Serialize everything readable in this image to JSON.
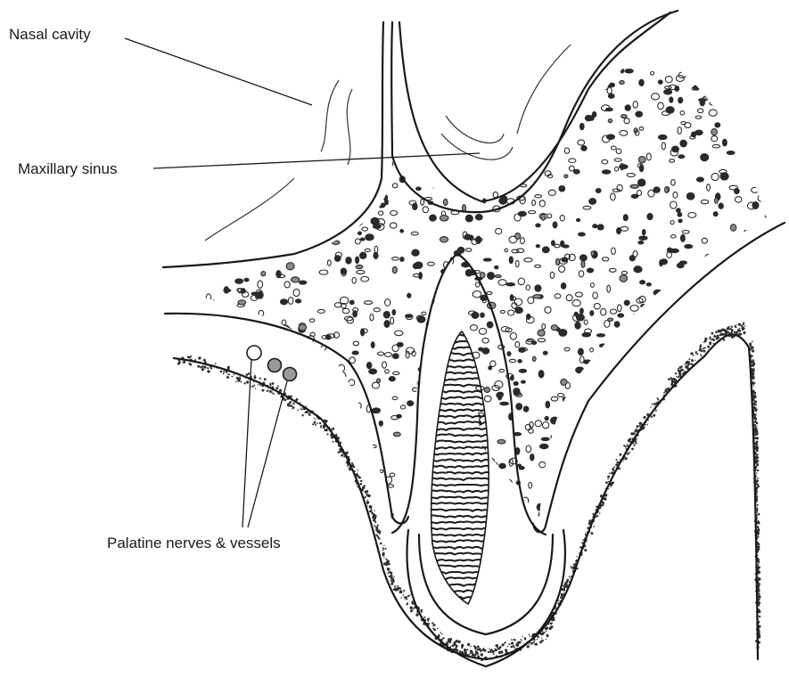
{
  "labels": {
    "nasal_cavity": "Nasal cavity",
    "maxillary_sinus": "Maxillary sinus",
    "palatine": "Palatine nerves & vessels"
  },
  "colors": {
    "line": "#1a1a1a",
    "bone_dot": "#2a2a2a",
    "bone_dot_grey": "#8a8a8a",
    "vessel_fill": "#9a9a9a",
    "stipple": "#303030"
  },
  "structures": [
    "nasal-septum",
    "cancellous-bone",
    "tooth-socket",
    "root-canal-pulp",
    "palatal-mucosa",
    "buccal-mucosa",
    "palatine-nerve",
    "palatine-vessel"
  ]
}
